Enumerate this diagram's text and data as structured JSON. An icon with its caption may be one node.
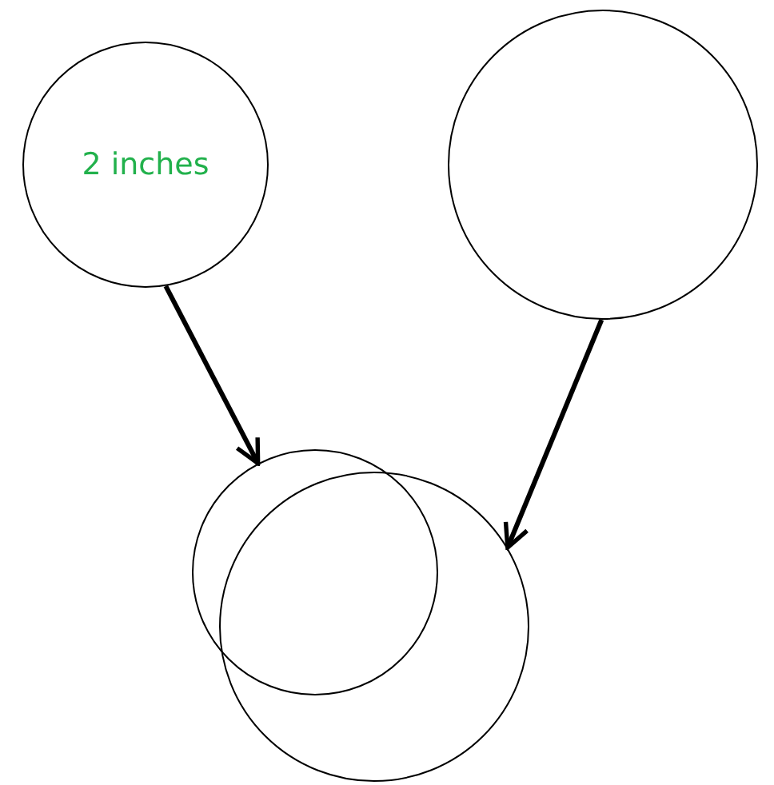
{
  "diagram": {
    "nodes": [
      {
        "text": [
          "2 inches"
        ]
      },
      {
        "text": [],
        "shape": "circle"
      },
      {
        "text": [],
        "shape": "circle"
      },
      {
        "text": [],
        "shape": "circle"
      }
    ],
    "edges": [
      {
        "from": 0,
        "to": 2,
        "arrow": "to"
      },
      {
        "from": 1,
        "to": 3,
        "arrow": "to"
      }
    ]
  }
}
